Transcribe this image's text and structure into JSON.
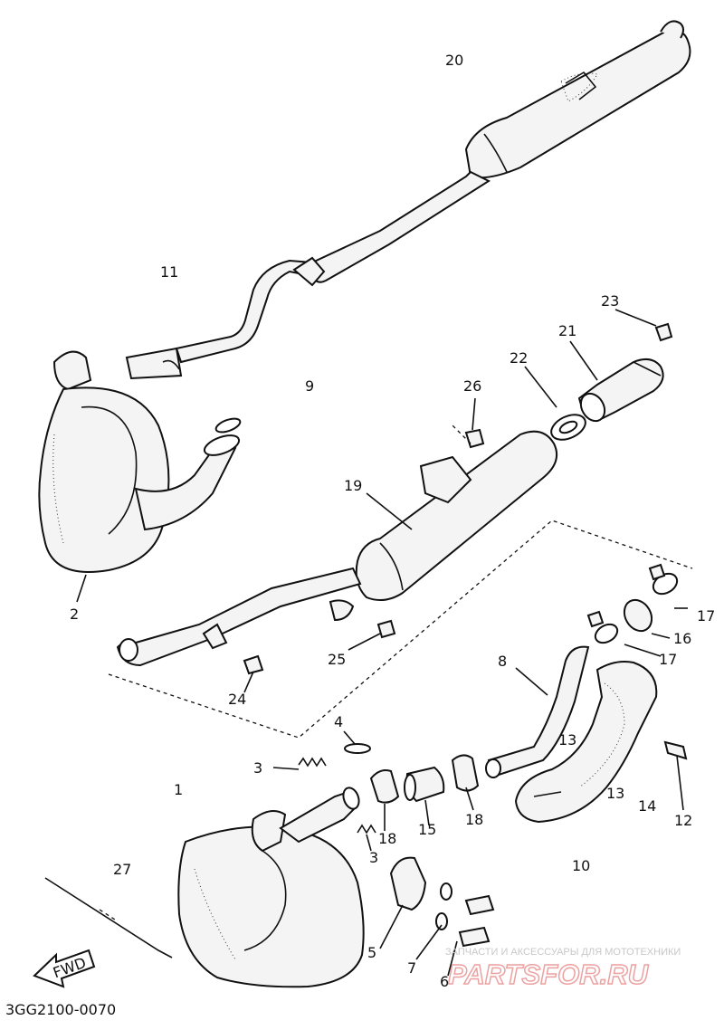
{
  "callouts": [
    {
      "id": "20",
      "text": "20"
    },
    {
      "id": "11",
      "text": "11"
    },
    {
      "id": "9",
      "text": "9"
    },
    {
      "id": "23",
      "text": "23"
    },
    {
      "id": "21",
      "text": "21"
    },
    {
      "id": "22",
      "text": "22"
    },
    {
      "id": "26",
      "text": "26"
    },
    {
      "id": "19",
      "text": "19"
    },
    {
      "id": "2",
      "text": "2"
    },
    {
      "id": "17a",
      "text": "17"
    },
    {
      "id": "16",
      "text": "16"
    },
    {
      "id": "17b",
      "text": "17"
    },
    {
      "id": "8",
      "text": "8"
    },
    {
      "id": "25",
      "text": "25"
    },
    {
      "id": "24",
      "text": "24"
    },
    {
      "id": "13a",
      "text": "13"
    },
    {
      "id": "13b",
      "text": "13"
    },
    {
      "id": "14",
      "text": "14"
    },
    {
      "id": "12",
      "text": "12"
    },
    {
      "id": "4",
      "text": "4"
    },
    {
      "id": "3a",
      "text": "3"
    },
    {
      "id": "1",
      "text": "1"
    },
    {
      "id": "18a",
      "text": "18"
    },
    {
      "id": "15",
      "text": "15"
    },
    {
      "id": "18b",
      "text": "18"
    },
    {
      "id": "3b",
      "text": "3"
    },
    {
      "id": "10",
      "text": "10"
    },
    {
      "id": "27",
      "text": "27"
    },
    {
      "id": "5",
      "text": "5"
    },
    {
      "id": "7",
      "text": "7"
    },
    {
      "id": "6",
      "text": "6"
    }
  ],
  "fwd_label": "FWD",
  "diagram_code": "3GG2100-0070",
  "watermark": {
    "tagline": "ЗАПЧАСТИ И АКСЕССУАРЫ ДЛЯ МОТОТЕХНИКИ",
    "brand": "PARTSFOR.RU"
  }
}
